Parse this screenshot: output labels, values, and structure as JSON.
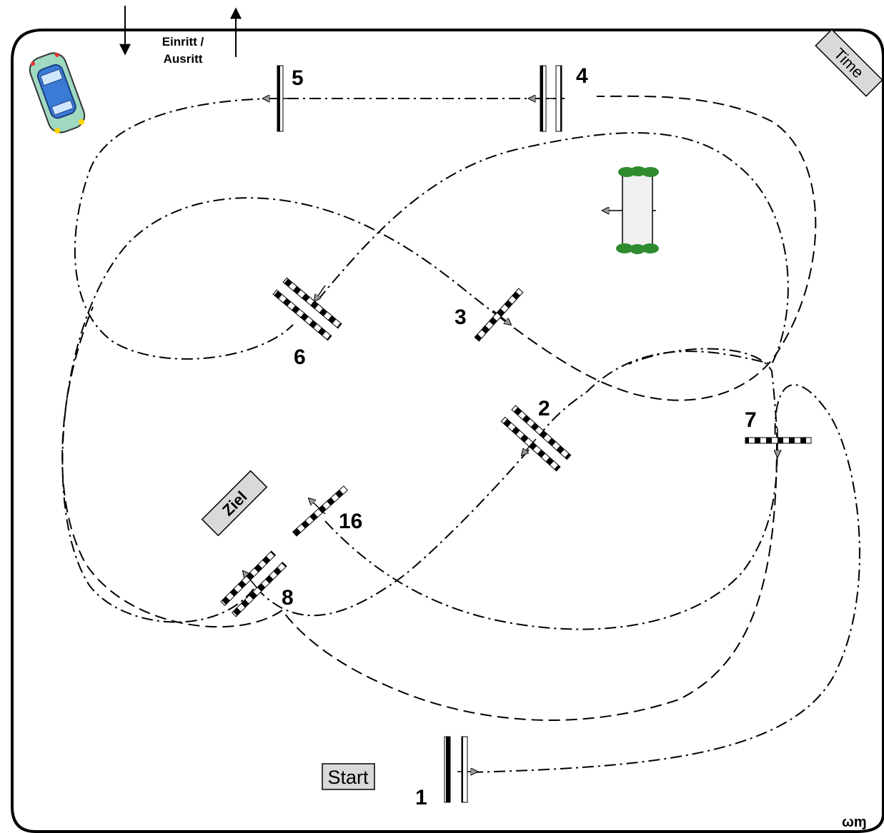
{
  "entrance": {
    "line1": "Einritt /",
    "line2": "Ausritt"
  },
  "signs": {
    "start": "Start",
    "ziel": "Ziel",
    "time": "Time"
  },
  "obstacles": {
    "o1": "1",
    "o2": "2",
    "o3": "3",
    "o4": "4",
    "o5": "5",
    "o6": "6",
    "o7": "7",
    "o8": "8",
    "o16": "16"
  },
  "signature": "ωɱ",
  "colors": {
    "line": "#000000",
    "sign_fill": "#d9d9d9",
    "bush": "#2e8b2e",
    "car": "#3a7bd5"
  }
}
